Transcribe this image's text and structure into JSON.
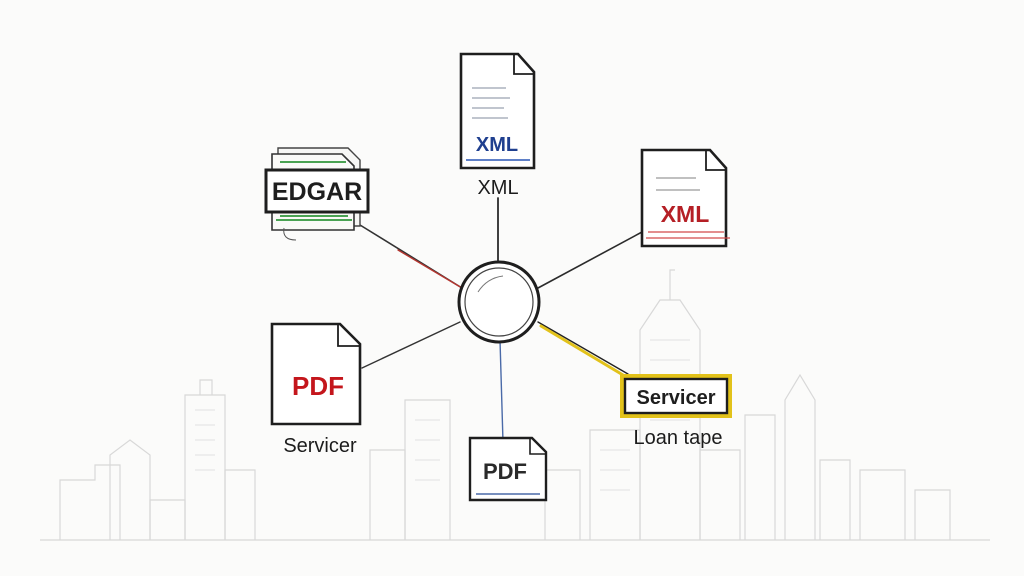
{
  "colors": {
    "ink": "#1e1e1e",
    "xml_blue": "#1f3f8f",
    "xml_red": "#b51f25",
    "pdf_red": "#c4161c",
    "edgar_green": "#3f9a4a",
    "servicer_yellow": "#e2c21a",
    "skyline": "#d6d6d6"
  },
  "diagram": {
    "hub": {
      "label": ""
    },
    "nodes": {
      "edgar": {
        "tag": "EDGAR",
        "icon": "stacked-document-icon"
      },
      "xml_top": {
        "tag": "XML",
        "caption": "XML",
        "icon": "xml-document-icon"
      },
      "xml_right": {
        "tag": "XML",
        "icon": "xml-document-icon"
      },
      "pdf_left": {
        "tag": "PDF",
        "caption": "Servicer",
        "icon": "pdf-document-icon"
      },
      "pdf_bottom": {
        "tag": "PDF",
        "icon": "pdf-document-icon"
      },
      "servicer": {
        "tag": "Servicer",
        "caption": "Loan tape",
        "icon": "label-box-icon"
      }
    }
  }
}
